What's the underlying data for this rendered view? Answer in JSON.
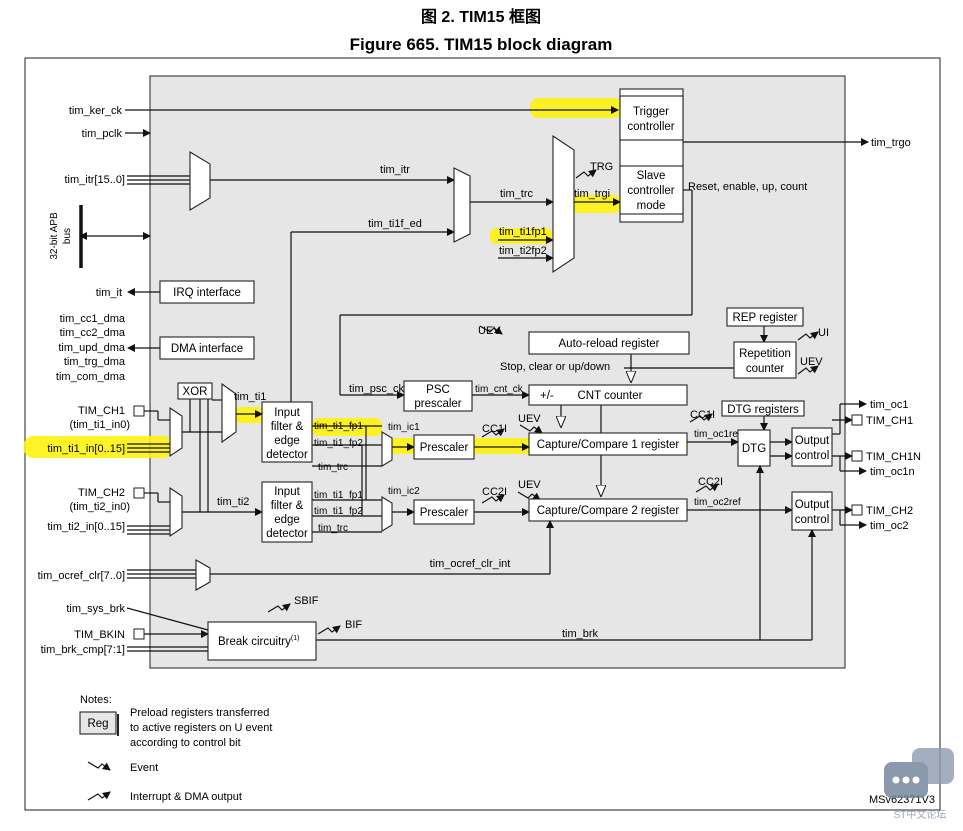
{
  "titles": {
    "cn": "图 2. TIM15 框图",
    "en": "Figure 665. TIM15 block diagram"
  },
  "signals": {
    "tim_ker_ck": "tim_ker_ck",
    "tim_pclk": "tim_pclk",
    "tim_itr": "tim_itr[15..0]",
    "apb_bus_1": "32-bit APB",
    "apb_bus_2": "bus",
    "tim_it": "tim_it",
    "tim_cc1_dma": "tim_cc1_dma",
    "tim_cc2_dma": "tim_cc2_dma",
    "tim_upd_dma": "tim_upd_dma",
    "tim_trg_dma": "tim_trg_dma",
    "tim_com_dma": "tim_com_dma",
    "tim_ch1": "TIM_CH1",
    "tim_ti1_in0": "(tim_ti1_in0)",
    "tim_ti1_in": "tim_ti1_in[0..15]",
    "tim_ch2": "TIM_CH2",
    "tim_ti2_in0": "(tim_ti2_in0)",
    "tim_ti2_in": "tim_ti2_in[0..15]",
    "tim_ocref_clr": "tim_ocref_clr[7..0]",
    "tim_sys_brk": "tim_sys_brk",
    "tim_bkin": "TIM_BKIN",
    "tim_brk_cmp": "tim_brk_cmp[7:1]",
    "tim_trgo": "tim_trgo",
    "tim_oc1": "tim_oc1",
    "out_tim_ch1": "TIM_CH1",
    "tim_ch1n": "TIM_CH1N",
    "tim_oc1n": "tim_oc1n",
    "out_tim_ch2": "TIM_CH2",
    "tim_oc2": "tim_oc2"
  },
  "internal": {
    "tim_itr": "tim_itr",
    "tim_ti1f_ed": "tim_ti1f_ed",
    "tim_trc": "tim_trc",
    "trg": "TRG",
    "tim_trgi": "tim_trgi",
    "tim_ti1fp1": "tim_ti1fp1",
    "tim_ti2fp2": "tim_ti2fp2",
    "reset_enable": "Reset, enable, up, count",
    "tim_ti1": "tim_ti1",
    "tim_ti2": "tim_ti2",
    "uev1": "UEV",
    "uev2": "UEV",
    "uev3": "UEV",
    "uev4": "UEV",
    "stop_clear": "Stop, clear or up/down",
    "tim_psc_ck": "tim_psc_ck",
    "tim_cnt_ck": "tim_cnt_ck",
    "plus_minus": "+/-",
    "ui": "UI",
    "cc1i_a": "CC1I",
    "cc1i_b": "CC1I",
    "cc2i_a": "CC2I",
    "cc2i_b": "CC2I",
    "tim_ti1_fp1_a": "tim_ti1_fp1",
    "tim_ti1_fp2_a": "tim_ti1_fp2",
    "tim_trc_a": "tim_trc",
    "tim_ti1_fp1_b": "tim_ti1_fp1",
    "tim_ti1_fp2_b": "tim_ti1_fp2",
    "tim_trc_b": "tim_trc",
    "tim_ic1": "tim_ic1",
    "tim_ic2": "tim_ic2",
    "tim_oc1ref": "tim_oc1ref",
    "tim_oc2ref": "tim_oc2ref",
    "tim_ocref_clr_int": "tim_ocref_clr_int",
    "sbif": "SBIF",
    "bif": "BIF",
    "tim_brk": "tim_brk"
  },
  "blocks": {
    "trigger_controller_1": "Trigger",
    "trigger_controller_2": "controller",
    "slave_controller_1": "Slave",
    "slave_controller_2": "controller",
    "slave_controller_3": "mode",
    "irq_interface": "IRQ interface",
    "dma_interface": "DMA interface",
    "auto_reload": "Auto-reload register",
    "rep_register": "REP register",
    "repetition_counter_1": "Repetition",
    "repetition_counter_2": "counter",
    "psc_prescaler_1": "PSC",
    "psc_prescaler_2": "prescaler",
    "cnt_counter": "CNT counter",
    "xor": "XOR",
    "input_filter1_1": "Input",
    "input_filter1_2": "filter &",
    "input_filter1_3": "edge",
    "input_filter1_4": "detector",
    "input_filter2_1": "Input",
    "input_filter2_2": "filter &",
    "input_filter2_3": "edge",
    "input_filter2_4": "detector",
    "prescaler1": "Prescaler",
    "prescaler2": "Prescaler",
    "capture_compare1": "Capture/Compare 1 register",
    "capture_compare2": "Capture/Compare 2 register",
    "dtg_registers": "DTG registers",
    "dtg": "DTG",
    "output_control1_1": "Output",
    "output_control1_2": "control",
    "output_control2_1": "Output",
    "output_control2_2": "control",
    "break_circuitry": "Break circuitry",
    "break_sup": "(1)"
  },
  "notes": {
    "heading": "Notes:",
    "reg": "Reg",
    "preload_1": "Preload registers transferred",
    "preload_2": "to active registers on U event",
    "preload_3": "according to control bit",
    "event": "Event",
    "interrupt": "Interrupt & DMA output"
  },
  "footer": {
    "code": "MSv62371V3",
    "watermark": "ST中文论坛"
  },
  "colors": {
    "highlight": "#fff200",
    "panel": "#e6e6e6",
    "watermark": "#7d8ea8"
  }
}
